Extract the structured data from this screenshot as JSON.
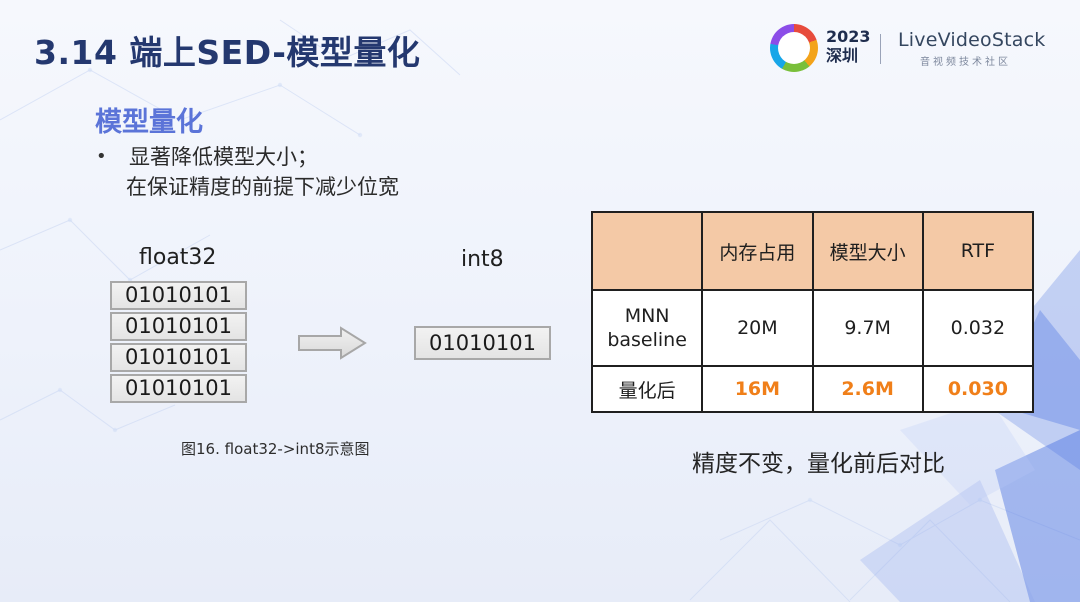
{
  "header": {
    "title": "3.14  端上SED-模型量化",
    "logo_year": "2023",
    "logo_city": "深圳",
    "brand_name": "LiveVideoStack",
    "brand_tagline": "音视频技术社区"
  },
  "content": {
    "section_title": "模型量化",
    "bullet_symbol": "•",
    "bullet_line1": "显著降低模型大小；",
    "bullet_line2": "在保证精度的前提下减少位宽",
    "figure": {
      "float_label": "float32",
      "int_label": "int8",
      "float_values": [
        "01010101",
        "01010101",
        "01010101",
        "01010101"
      ],
      "int_value": "01010101",
      "caption": "图16. float32->int8示意图"
    },
    "table": {
      "headers": [
        "",
        "内存占用",
        "模型大小",
        "RTF"
      ],
      "rows": [
        {
          "label_line1": "MNN",
          "label_line2": "baseline",
          "memory": "20M",
          "model_size": "9.7M",
          "rtf": "0.032"
        },
        {
          "label": "量化后",
          "memory": "16M",
          "model_size": "2.6M",
          "rtf": "0.030"
        }
      ]
    },
    "comparison_note": "精度不变，量化前后对比"
  },
  "colors": {
    "title": "#24386f",
    "section": "#5b74d8",
    "header_fill": "#f4c9a6",
    "highlight": "#f07f19"
  },
  "icons": {
    "logo_ring": "conference-ring-logo-icon",
    "arrow": "right-arrow-icon"
  }
}
